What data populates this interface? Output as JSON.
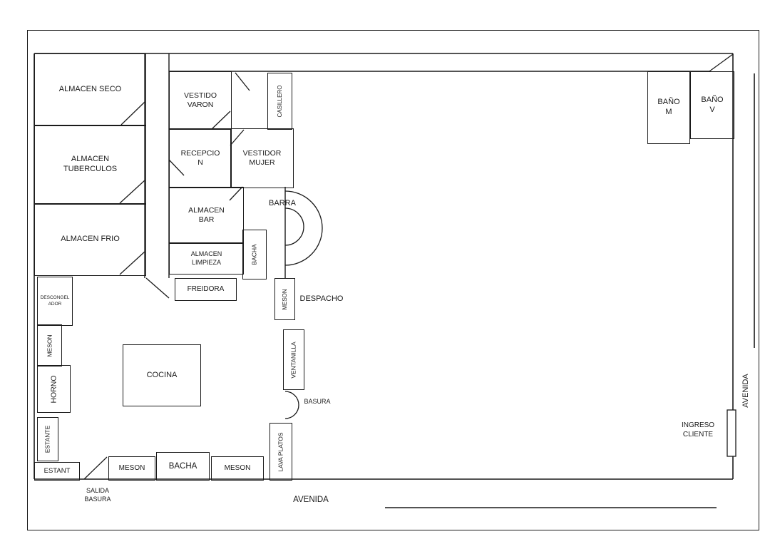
{
  "plan": {
    "rooms": {
      "almacen_seco": "ALMACEN SECO",
      "almacen_tuberculos": "ALMACEN\nTUBERCULOS",
      "almacen_frio": "ALMACEN FRIO",
      "vestido_varon": "VESTIDO\nVARON",
      "casillero": "CASILLERO",
      "recepcion": "RECEPCIO\nN",
      "vestidor_mujer": "VESTIDOR\nMUJER",
      "almacen_bar": "ALMACEN\nBAR",
      "almacen_limpieza": "ALMACEN\nLIMPIEZA",
      "bacha_barra": "BACHA",
      "freidora": "FREIDORA",
      "meson_despacho": "MESON",
      "ventanilla": "VENTANILLA",
      "lava_platos": "LAVA PLATOS",
      "cocina": "COCINA",
      "descongelador": "DESCONGEL\nADOR",
      "meson_left": "MESON",
      "horno": "HORNO",
      "estante": "ESTANTE",
      "estant": "ESTANT",
      "meson_bottom_1": "MESON",
      "bacha_bottom": "BACHA",
      "meson_bottom_2": "MESON",
      "bano_m": "BAÑO\nM",
      "bano_v": "BAÑO\nV"
    },
    "labels": {
      "barra": "BARRA",
      "despacho": "DESPACHO",
      "basura": "BASURA",
      "salida_basura": "SALIDA\nBASURA",
      "avenida_bottom": "AVENIDA",
      "avenida_right": "AVENIDA",
      "ingreso_cliente": "INGRESO\nCLIENTE"
    },
    "colors": {
      "line": "#1a1a1a",
      "background": "#ffffff"
    }
  }
}
